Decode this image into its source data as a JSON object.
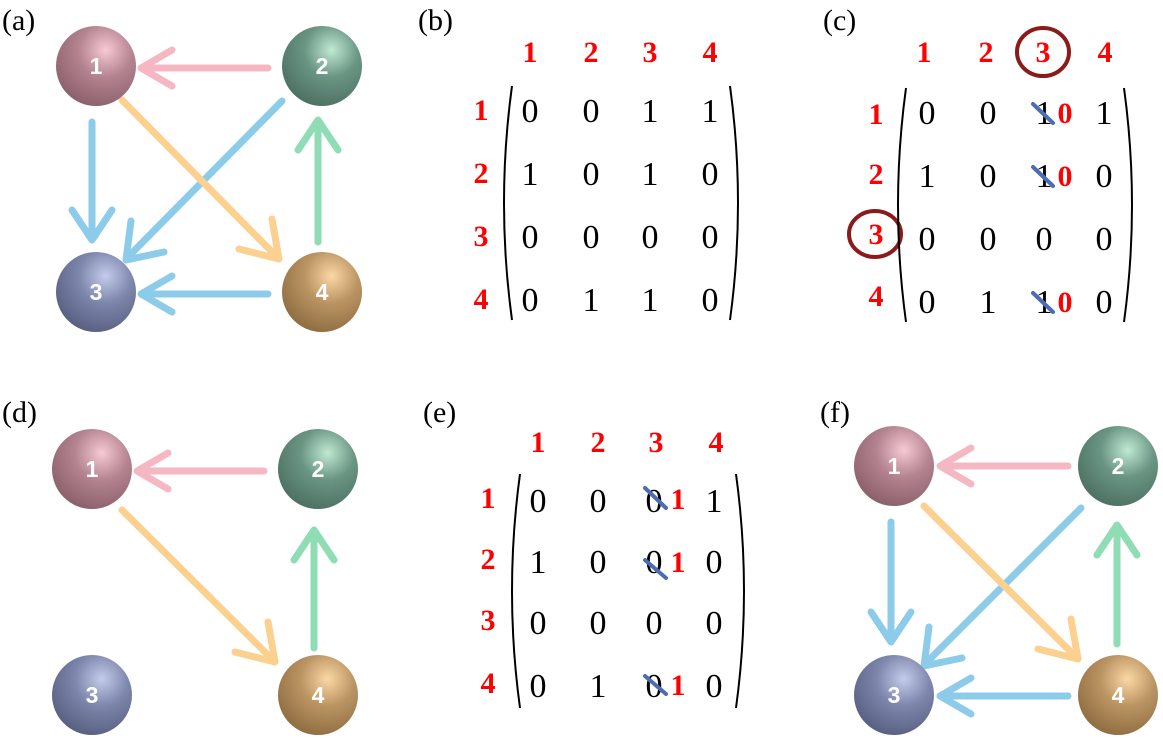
{
  "colors": {
    "arrow_pink": "#f5b8c2",
    "arrow_blue": "#8ccbea",
    "arrow_orange": "#fcd08f",
    "arrow_green": "#8fdcb5",
    "node1": "#a67a86",
    "node2": "#5f8a78",
    "node3": "#747da2",
    "node4": "#b58e5f",
    "header_red": "#ff0000",
    "circle_dark_red": "#8b1a1a",
    "strike_blue": "#4d6db3"
  },
  "panels": {
    "a": {
      "label": "(a)",
      "nodes": [
        "1",
        "2",
        "3",
        "4"
      ]
    },
    "b": {
      "label": "(b)",
      "col_headers": [
        "1",
        "2",
        "3",
        "4"
      ],
      "row_headers": [
        "1",
        "2",
        "3",
        "4"
      ],
      "rows": [
        [
          "0",
          "0",
          "1",
          "1"
        ],
        [
          "1",
          "0",
          "1",
          "0"
        ],
        [
          "0",
          "0",
          "0",
          "0"
        ],
        [
          "0",
          "1",
          "1",
          "0"
        ]
      ]
    },
    "c": {
      "label": "(c)",
      "col_headers": [
        "1",
        "2",
        "3",
        "4"
      ],
      "row_headers": [
        "1",
        "2",
        "3",
        "4"
      ],
      "rows": [
        [
          "0",
          "0",
          "1",
          "1"
        ],
        [
          "1",
          "0",
          "1",
          "0"
        ],
        [
          "0",
          "0",
          "0",
          "0"
        ],
        [
          "0",
          "1",
          "1",
          "0"
        ]
      ],
      "replacements": [
        "0",
        "0",
        "0"
      ]
    },
    "d": {
      "label": "(d)",
      "nodes": [
        "1",
        "2",
        "3",
        "4"
      ]
    },
    "e": {
      "label": "(e)",
      "col_headers": [
        "1",
        "2",
        "3",
        "4"
      ],
      "row_headers": [
        "1",
        "2",
        "3",
        "4"
      ],
      "rows": [
        [
          "0",
          "0",
          "0",
          "1"
        ],
        [
          "1",
          "0",
          "0",
          "0"
        ],
        [
          "0",
          "0",
          "0",
          "0"
        ],
        [
          "0",
          "1",
          "0",
          "0"
        ]
      ],
      "replacements": [
        "1",
        "1",
        "1"
      ]
    },
    "f": {
      "label": "(f)",
      "nodes": [
        "1",
        "2",
        "3",
        "4"
      ]
    }
  }
}
